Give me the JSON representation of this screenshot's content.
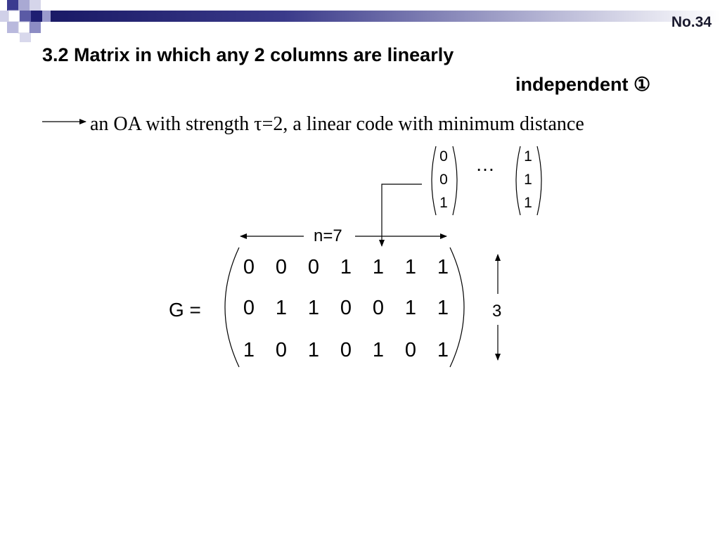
{
  "slide": {
    "number": "No.34",
    "title_line1": "3.2 Matrix in which any 2 columns are linearly",
    "title_line2": "independent ①",
    "subtitle": "an OA with strength τ=2, a linear code with minimum distance"
  },
  "columns_example": {
    "first": [
      "0",
      "0",
      "1"
    ],
    "last": [
      "1",
      "1",
      "1"
    ],
    "ellipsis": "…"
  },
  "matrix": {
    "name_label": "G =",
    "n_label": "n=7",
    "rows_label": "3",
    "rows": [
      [
        "0",
        "0",
        "0",
        "1",
        "1",
        "1",
        "1"
      ],
      [
        "0",
        "1",
        "1",
        "0",
        "0",
        "1",
        "1"
      ],
      [
        "1",
        "0",
        "1",
        "0",
        "1",
        "0",
        "1"
      ]
    ]
  }
}
